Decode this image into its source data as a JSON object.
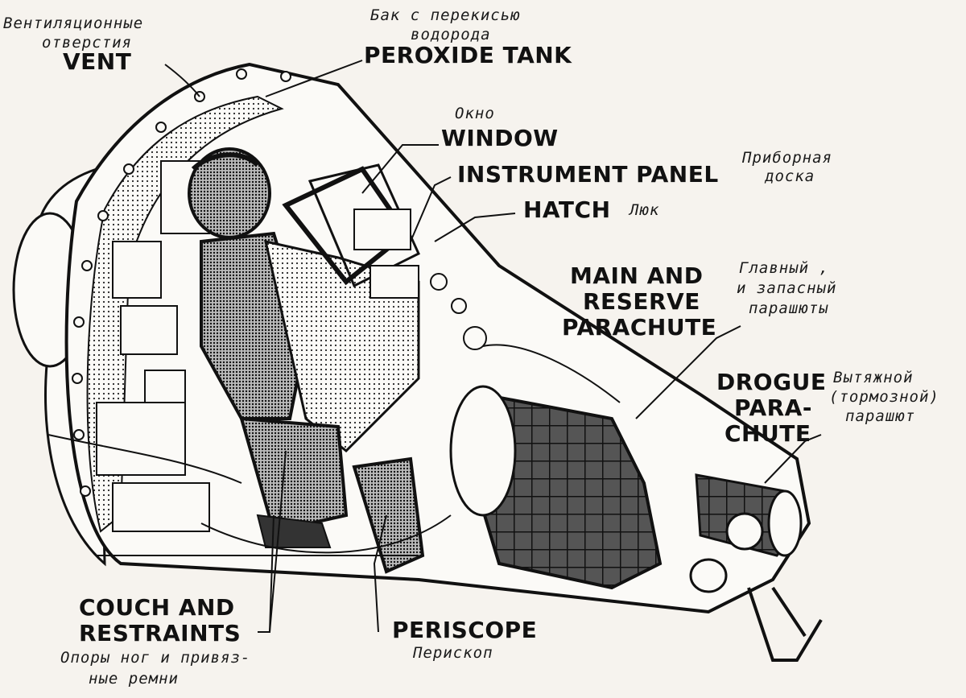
{
  "labels": {
    "vent_en": "VENT",
    "vent_ru_1": "Вентиляционные",
    "vent_ru_2": "отверстия",
    "peroxide_en": "PEROXIDE TANK",
    "peroxide_ru_1": "Бак с перекисью",
    "peroxide_ru_2": "водорода",
    "window_en": "WINDOW",
    "window_ru": "Окно",
    "instrument_en": "INSTRUMENT PANEL",
    "instrument_ru_1": "Приборная",
    "instrument_ru_2": "доска",
    "hatch_en": "HATCH",
    "hatch_ru": "Люк",
    "main_en_1": "MAIN AND",
    "main_en_2": "RESERVE",
    "main_en_3": "PARACHUTE",
    "main_ru_1": "Главный ,",
    "main_ru_2": "и запасный",
    "main_ru_3": "парашюты",
    "drogue_en_1": "DROGUE",
    "drogue_en_2": "PARA-",
    "drogue_en_3": "CHUTE",
    "drogue_ru_1": "Вытяжной",
    "drogue_ru_2": "(тормозной)",
    "drogue_ru_3": "парашют",
    "couch_en_1": "COUCH AND",
    "couch_en_2": "RESTRAINTS",
    "couch_ru_1": "Опоры ног и привяз-",
    "couch_ru_2": "ные ремни",
    "periscope_en": "PERISCOPE",
    "periscope_ru": "Перископ"
  }
}
